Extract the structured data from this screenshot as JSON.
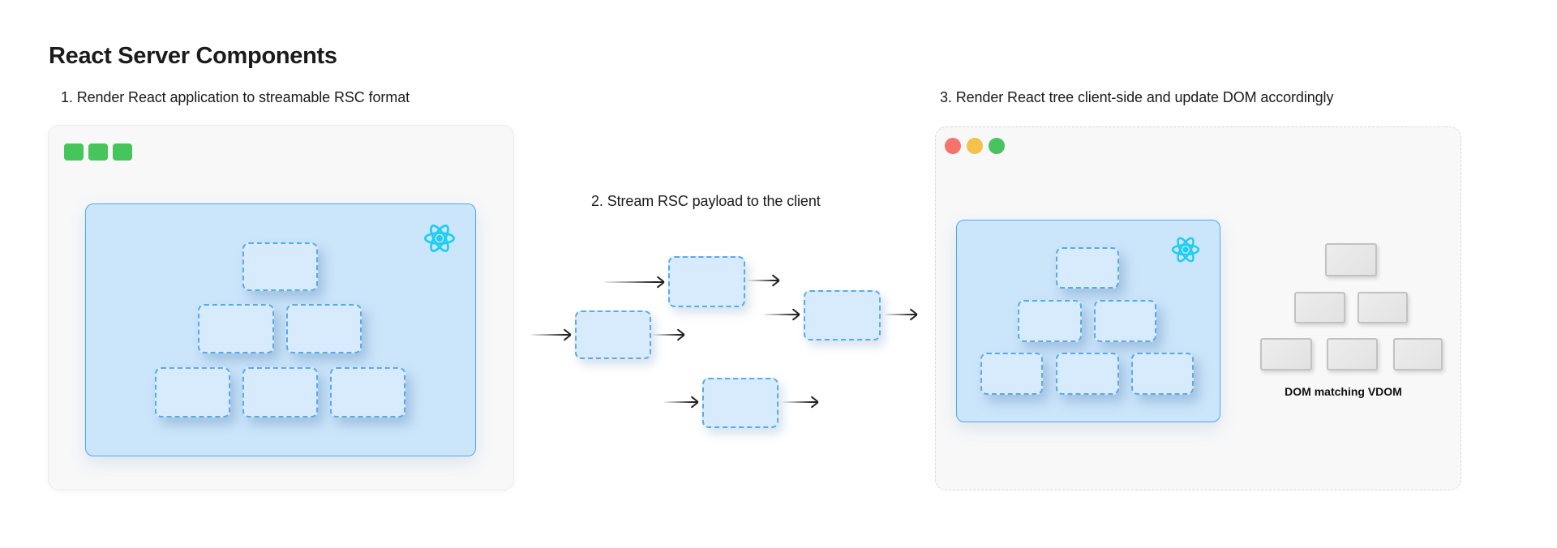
{
  "page": {
    "title": "React Server Components"
  },
  "steps": {
    "step1": {
      "label": "1. Render React application to streamable RSC format"
    },
    "step2": {
      "label": "2. Stream RSC payload to the client"
    },
    "step3": {
      "label": "3. Render React tree client-side and update DOM accordingly"
    }
  },
  "server_window": {
    "controls_icon": "green-square-window-controls",
    "content": "react-vdom-tree-panel",
    "tree_nodes": {
      "top_row": 1,
      "middle_row": 2,
      "bottom_row": 3
    }
  },
  "stream": {
    "chunk_count": 4,
    "arrow_count": 8,
    "direction": "left-to-right"
  },
  "browser_window": {
    "controls_icon": "traffic-light-window-controls",
    "content": "react-vdom-tree-panel",
    "tree_nodes": {
      "top_row": 1,
      "middle_row": 2,
      "bottom_row": 3
    },
    "dom_tree": {
      "caption": "DOM matching VDOM",
      "nodes": {
        "top_row": 1,
        "middle_row": 2,
        "bottom_row": 3
      }
    }
  },
  "icons": {
    "react_logo": "react-atom-icon"
  },
  "colors": {
    "text_dark": "#1b1b1b",
    "window_bg": "#f8f8f9",
    "panel_fill": "#cbe5fa",
    "node_fill": "#d7ebfd",
    "node_border": "#58aaea",
    "accent_blue_border": "#54a8e9",
    "react_cyan": "#1ecdf2",
    "server_control_green": "#46c55a",
    "traffic_red": "#f4736b",
    "traffic_yellow": "#f5c14b",
    "traffic_green": "#49c35f",
    "arrow_dark": "#222222",
    "dom_box_fill": "#e2e2e2",
    "dom_box_border": "#c2c2c2"
  }
}
